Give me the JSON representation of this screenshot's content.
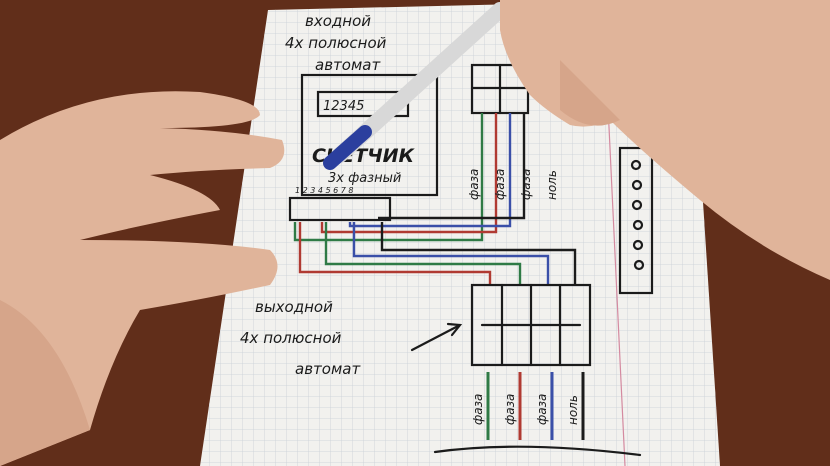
{
  "colors": {
    "table": "#5a2a17",
    "paper": "#f2f1ee",
    "grid": "#c9cfd6",
    "green": "#2f7a45",
    "red": "#b03a32",
    "blue": "#3a4fa8",
    "black": "#1b1b1b",
    "skin": "#e0b49a"
  },
  "input_breaker_label": {
    "line1": "входной",
    "line2": "4х полюсной",
    "line3": "автомат"
  },
  "meter": {
    "display": "12345",
    "title": "СЧЕТЧИК",
    "subtitle": "3х фазный",
    "terminals": "1 2 3 4 5 6 7 8"
  },
  "input_wire_labels": [
    "фаза",
    "фаза",
    "фаза",
    "ноль"
  ],
  "output_breaker_label": {
    "line1": "выходной",
    "line2": "4х полюсной",
    "line3": "автомат"
  },
  "output_wire_labels": [
    "фаза",
    "фаза",
    "фаза",
    "ноль"
  ]
}
